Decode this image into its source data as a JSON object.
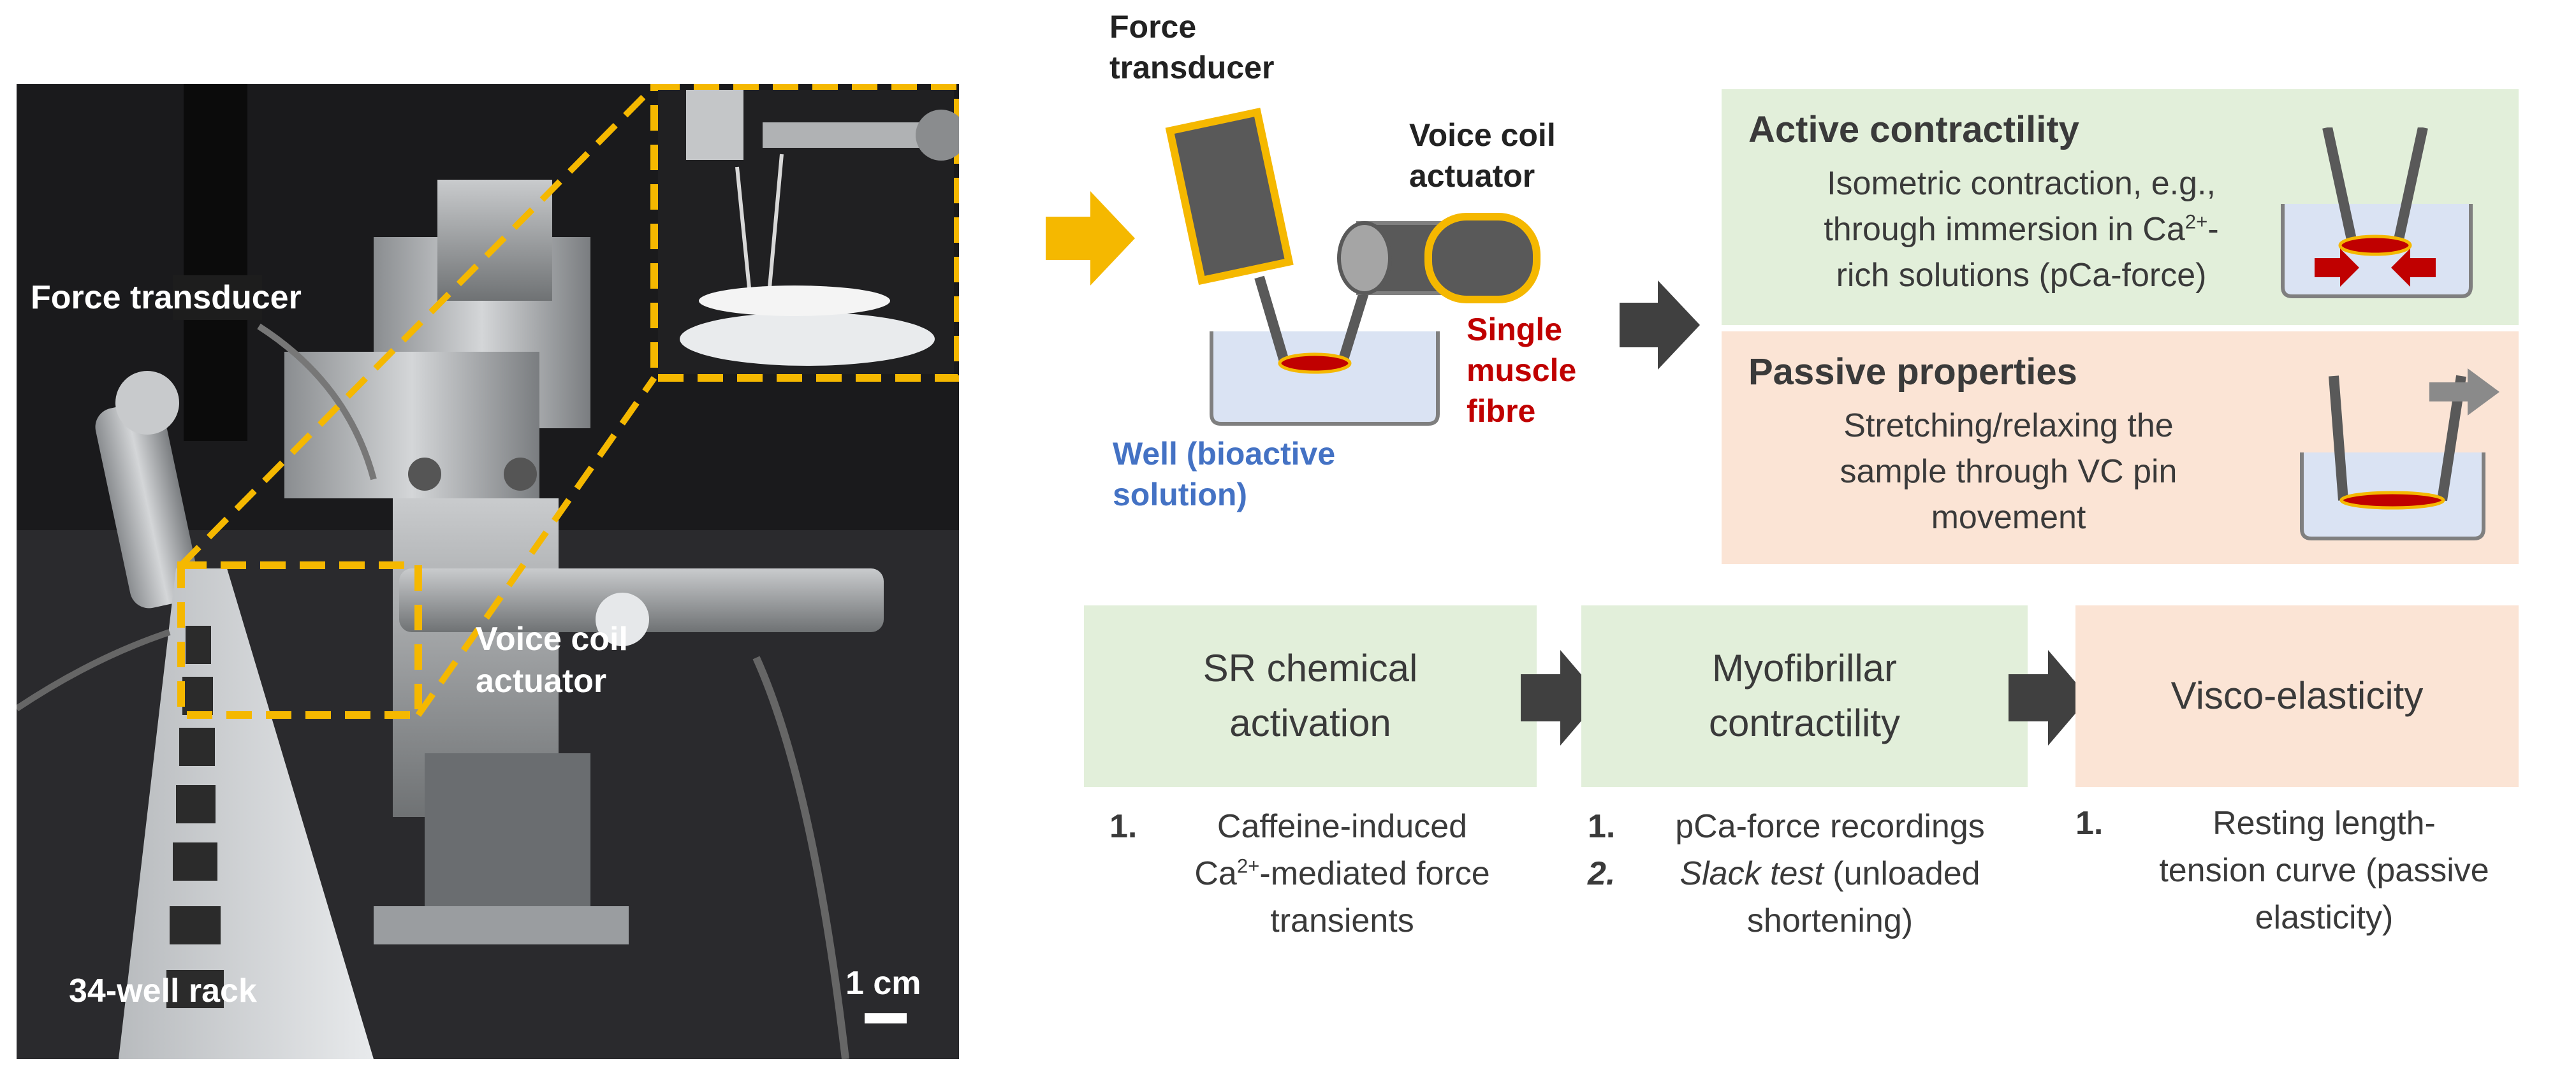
{
  "photo": {
    "force_transducer_label": "Force transducer",
    "voice_coil_label": "Voice coil actuator",
    "rack_label": "34-well rack",
    "scale_label": "1 cm",
    "highlight_color": "#f5b800"
  },
  "schematic": {
    "force_transducer_label": "Force transducer",
    "voice_coil_label": "Voice coil actuator",
    "fibre_label": "Single muscle fibre",
    "well_label": "Well (bioactive solution)"
  },
  "active": {
    "title": "Active contractility",
    "body_line1": "Isometric contraction, e.g.,",
    "body_line2_pre": "through immersion in Ca",
    "body_line2_sup": "2+",
    "body_line2_post": "-",
    "body_line3": "rich solutions (pCa-force)"
  },
  "passive": {
    "title": "Passive properties",
    "body_line1": "Stretching/relaxing the",
    "body_line2": "sample through VC pin",
    "body_line3": "movement"
  },
  "flow": [
    {
      "label_line1": "SR chemical",
      "label_line2": "activation"
    },
    {
      "label_line1": "Myofibrillar",
      "label_line2": "contractility"
    },
    {
      "label_line1": "Visco-elasticity"
    }
  ],
  "lists": {
    "sr": {
      "num": "1.",
      "line1": "Caffeine-induced",
      "line2_pre": "Ca",
      "line2_sup": "2+",
      "line2_post": "-mediated force",
      "line3": "transients"
    },
    "myo": {
      "num1": "1.",
      "item1": "pCa-force recordings",
      "num2": "2.",
      "item2_italic": "Slack test",
      "item2_rest": " (unloaded",
      "item2_line2": "shortening)"
    },
    "visco": {
      "num": "1.",
      "line1": "Resting length-",
      "line2": "tension curve (passive",
      "line3": "elasticity)"
    }
  },
  "colors": {
    "accent_yellow": "#f5b800",
    "fibre_red": "#c00000",
    "well_blue": "#4472c4",
    "arrow_gray": "#404040",
    "green_box": "#e2efda",
    "salmon_box": "#fbe4d5"
  }
}
